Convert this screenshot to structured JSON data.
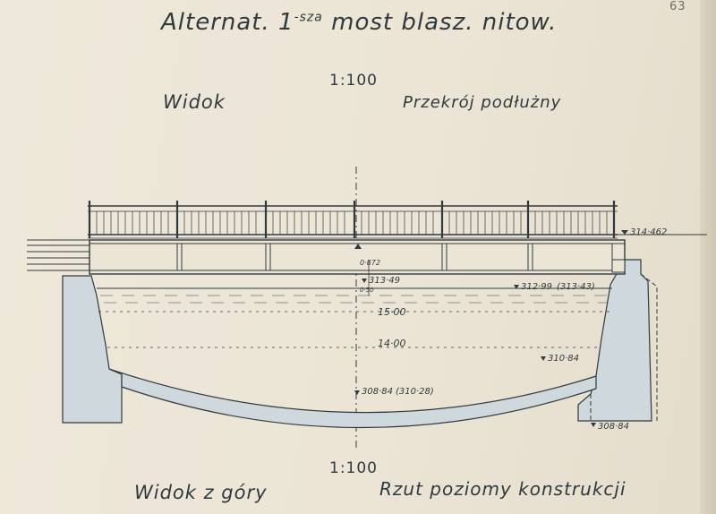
{
  "page": {
    "number": "63"
  },
  "title": {
    "main": "Alternat. 1",
    "suffix": "-sza",
    "rest": " most blasz. nitow."
  },
  "scales": {
    "top": "1:100",
    "bottom": "1:100"
  },
  "views": {
    "elevation": "Widok",
    "section": "Przekrój podłużny",
    "plan": "Widok z góry",
    "structure_plan": "Rzut poziomy konstrukcji"
  },
  "dimensions": {
    "span_outer": "15·00",
    "span_inner": "14·00",
    "girder_height": "0·872",
    "small_height": "0·50"
  },
  "levels": {
    "deck": "314·462",
    "girder_bottom": "313·49",
    "water_high": "312·99",
    "water_high_alt": "(313·43)",
    "water_low": "310·84",
    "river_bed": "308·84",
    "river_bed_alt": "(310·28)",
    "foundation": "308·84"
  },
  "colors": {
    "ink": "#2f3a3f",
    "abutment_fill": "#cfd8dd",
    "paper": "#ece5d6"
  }
}
